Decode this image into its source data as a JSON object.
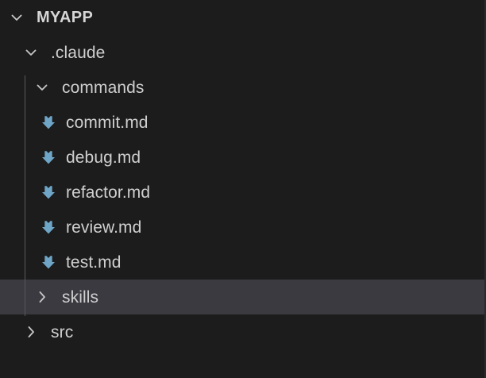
{
  "explorer": {
    "title": "File Explorer Tree",
    "background_color": "#1c1c1c",
    "selected_row_color": "#3a3a40",
    "text_color": "#cfcfcf",
    "file_icon_color": "#6fa6c8",
    "indent_guide_color": "#5a5a5a"
  },
  "tree": {
    "rows": [
      {
        "label": "MYAPP",
        "type": "folder",
        "depth": 0,
        "expanded": true,
        "twisty": "chevron-down-icon",
        "selected": false,
        "bold": true
      },
      {
        "label": ".claude",
        "type": "folder",
        "depth": 1,
        "expanded": true,
        "twisty": "chevron-down-icon",
        "selected": false,
        "bold": false
      },
      {
        "label": "commands",
        "type": "folder",
        "depth": 2,
        "expanded": true,
        "twisty": "chevron-down-icon",
        "selected": false,
        "bold": false
      },
      {
        "label": "commit.md",
        "type": "file",
        "depth": 3,
        "icon": "markdown-file-icon",
        "selected": false,
        "bold": false
      },
      {
        "label": "debug.md",
        "type": "file",
        "depth": 3,
        "icon": "markdown-file-icon",
        "selected": false,
        "bold": false
      },
      {
        "label": "refactor.md",
        "type": "file",
        "depth": 3,
        "icon": "markdown-file-icon",
        "selected": false,
        "bold": false
      },
      {
        "label": "review.md",
        "type": "file",
        "depth": 3,
        "icon": "markdown-file-icon",
        "selected": false,
        "bold": false
      },
      {
        "label": "test.md",
        "type": "file",
        "depth": 3,
        "icon": "markdown-file-icon",
        "selected": false,
        "bold": false
      },
      {
        "label": "skills",
        "type": "folder",
        "depth": 2,
        "expanded": false,
        "twisty": "chevron-right-icon",
        "selected": true,
        "bold": false
      },
      {
        "label": "src",
        "type": "folder",
        "depth": 1,
        "expanded": false,
        "twisty": "chevron-right-icon",
        "selected": false,
        "bold": false
      }
    ]
  }
}
